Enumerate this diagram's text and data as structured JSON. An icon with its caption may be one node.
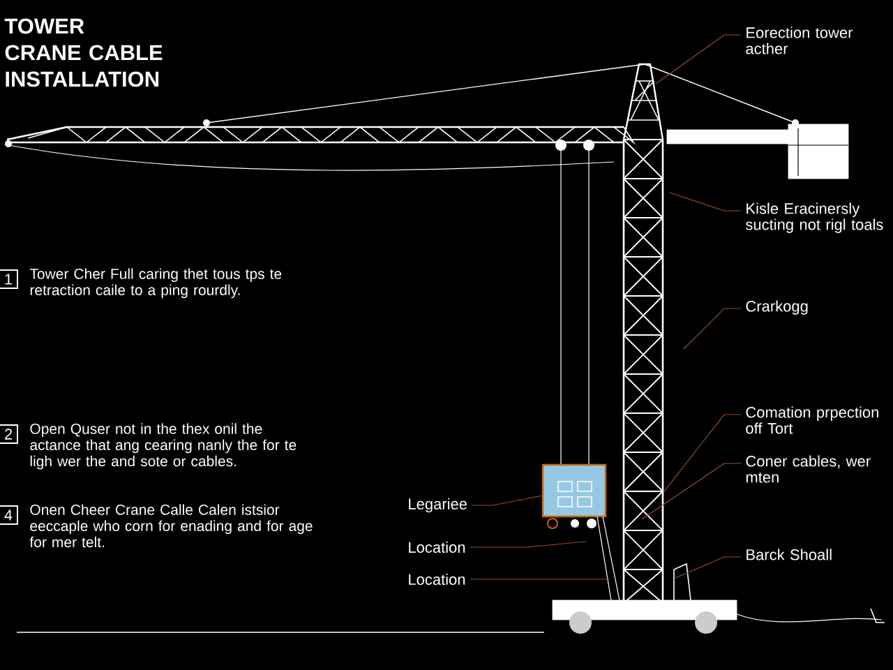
{
  "diagram": {
    "title": "TOWER CRANE CABLE INSTALLATION",
    "nodes": [
      {
        "text": [
          "Eorection tower acther"
        ]
      },
      {
        "text": [
          "Kisle Eracinersly sucting not rigl toals"
        ]
      },
      {
        "text": [
          "Crarkogg"
        ]
      },
      {
        "text": [
          "Comation prpection off Tort"
        ]
      },
      {
        "text": [
          "Coner cables, wer mten"
        ]
      },
      {
        "text": [
          "Barck Shoall"
        ]
      },
      {
        "text": [
          "Legariee"
        ]
      },
      {
        "text": [
          "Location"
        ]
      },
      {
        "text": [
          "Location"
        ]
      },
      {
        "text": [
          "1"
        ],
        "beside": [
          "Tower Cher Full caring thet tous tps te retraction caile to a ping rourdly."
        ]
      },
      {
        "text": [
          "2"
        ],
        "beside": [
          "Open Quser not in the thex onil the actance that ang cearing nanly the for te ligh wer the and sote or cables."
        ]
      },
      {
        "text": [
          "4"
        ],
        "beside": [
          "Onen Cheer Crane Calle Calen istsior eeccaple who corn for enading and for age for mer telt."
        ]
      }
    ],
    "edges": [
      {
        "from": 0,
        "to": null,
        "arrow": "none"
      },
      {
        "from": 1,
        "to": null,
        "arrow": "none"
      },
      {
        "from": 2,
        "to": null,
        "arrow": "none"
      },
      {
        "from": 3,
        "to": null,
        "arrow": "none"
      },
      {
        "from": 4,
        "to": null,
        "arrow": "none"
      },
      {
        "from": 5,
        "to": null,
        "arrow": "none"
      },
      {
        "from": 6,
        "to": null,
        "arrow": "none"
      },
      {
        "from": 7,
        "to": null,
        "arrow": "none"
      },
      {
        "from": 8,
        "to": null,
        "arrow": "none"
      }
    ]
  }
}
